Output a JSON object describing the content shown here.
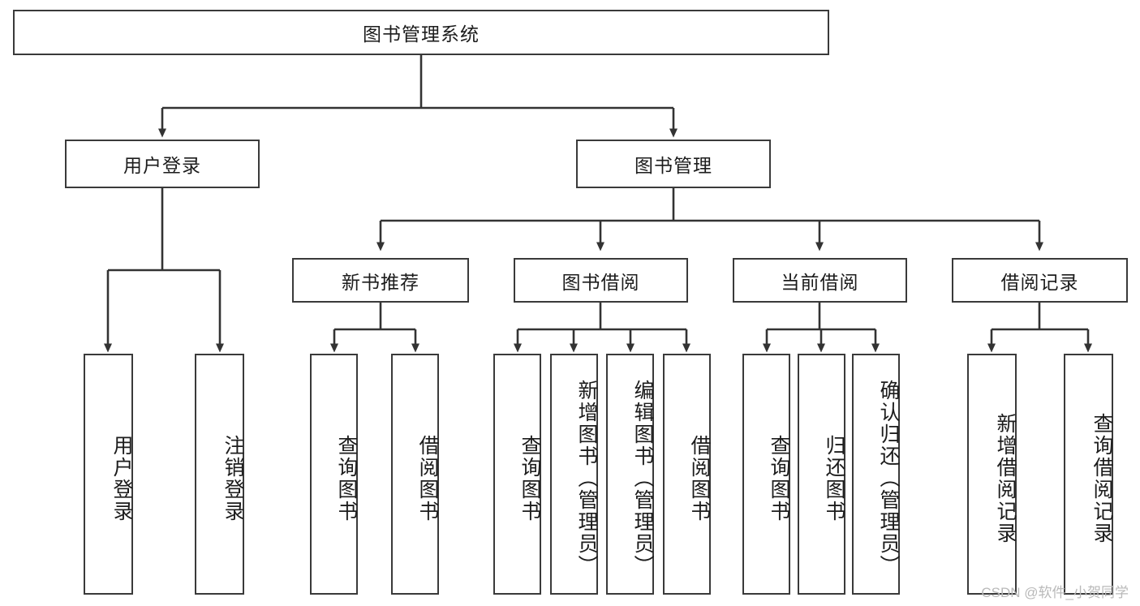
{
  "diagram": {
    "type": "tree-hierarchy",
    "title": "图书管理系统",
    "watermark": "CSDN @软件_小贺同学",
    "colors": {
      "box_border": "#3a3a3a",
      "box_fill": "#ffffff",
      "connector": "#333333",
      "text": "#1c1c1c",
      "watermark": "#b9b9b9"
    },
    "root": {
      "label": "图书管理系统"
    },
    "level2": [
      {
        "label": "用户登录"
      },
      {
        "label": "图书管理"
      }
    ],
    "level3": [
      {
        "label": "新书推荐"
      },
      {
        "label": "图书借阅"
      },
      {
        "label": "当前借阅"
      },
      {
        "label": "借阅记录"
      }
    ],
    "leaves": {
      "user_login": [
        {
          "label": "用户登录"
        },
        {
          "label": "注销登录"
        }
      ],
      "new_book_rec": [
        {
          "label": "查询图书"
        },
        {
          "label": "借阅图书"
        }
      ],
      "book_borrow": [
        {
          "label": "查询图书"
        },
        {
          "label": "新增图书（管理员）"
        },
        {
          "label": "编辑图书（管理员）"
        },
        {
          "label": "借阅图书"
        }
      ],
      "current_borrow": [
        {
          "label": "查询图书"
        },
        {
          "label": "归还图书"
        },
        {
          "label": "确认归还（管理员）"
        }
      ],
      "borrow_record": [
        {
          "label": "新增借阅记录"
        },
        {
          "label": "查询借阅记录"
        }
      ]
    }
  }
}
